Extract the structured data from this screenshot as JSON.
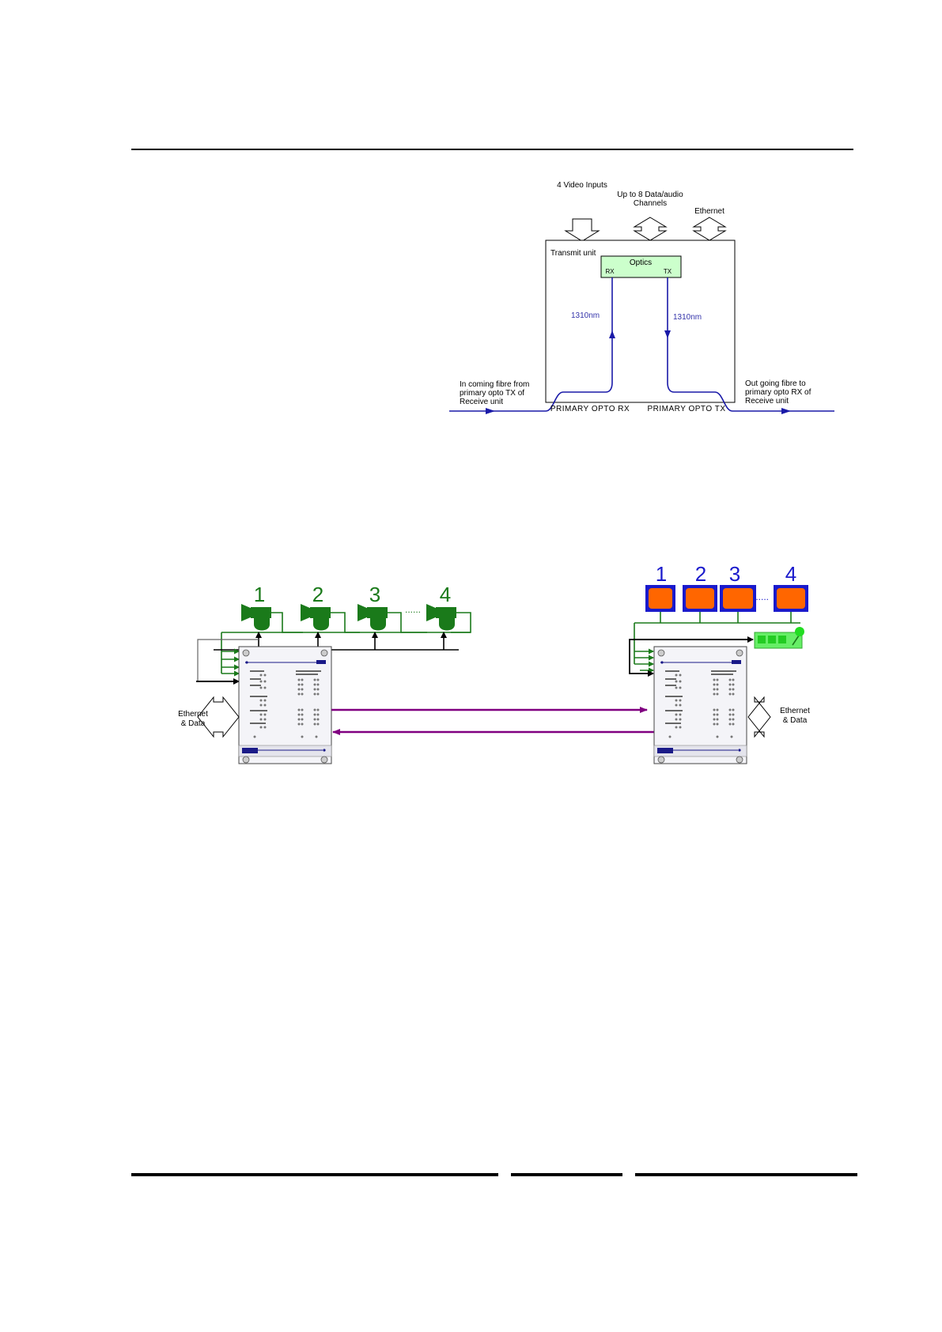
{
  "optics_diagram": {
    "labels": {
      "video_inputs": "4 Video Inputs",
      "data_audio_line1": "Up to 8 Data/audio",
      "data_audio_line2": "Channels",
      "ethernet": "Ethernet",
      "transmit_unit": "Transmit unit",
      "optics": "Optics",
      "rx": "RX",
      "tx": "TX",
      "wavelength_left": "1310nm",
      "wavelength_right": "1310nm",
      "incoming_line1": "In coming fibre from",
      "incoming_line2": "primary opto TX of",
      "incoming_line3": "Receive unit",
      "outgoing_line1": "Out going fibre to",
      "outgoing_line2": "primary opto RX of",
      "outgoing_line3": "Receive unit",
      "primary_opto_rx": "PRIMARY OPTO RX",
      "primary_opto_tx": "PRIMARY OPTO TX"
    },
    "colors": {
      "fibre": "#1a1aa8",
      "optics_fill": "#ccffcc",
      "wavelength_text": "#3333aa"
    }
  },
  "system_diagram": {
    "camera_numbers": [
      "1",
      "2",
      "3",
      "4"
    ],
    "monitor_numbers": [
      "1",
      "2",
      "3",
      "4"
    ],
    "ellipsis": "......",
    "ethernet_left_line1": "Ethernet",
    "ethernet_left_line2": "& Data",
    "ethernet_right_line1": "Ethernet",
    "ethernet_right_line2": "& Data",
    "colors": {
      "camera_green": "#1a7a1a",
      "monitor_blue": "#1a1acc",
      "monitor_screen": "#ff6600",
      "fibre_purple": "#800080",
      "keypad_green": "#66ee66"
    }
  }
}
